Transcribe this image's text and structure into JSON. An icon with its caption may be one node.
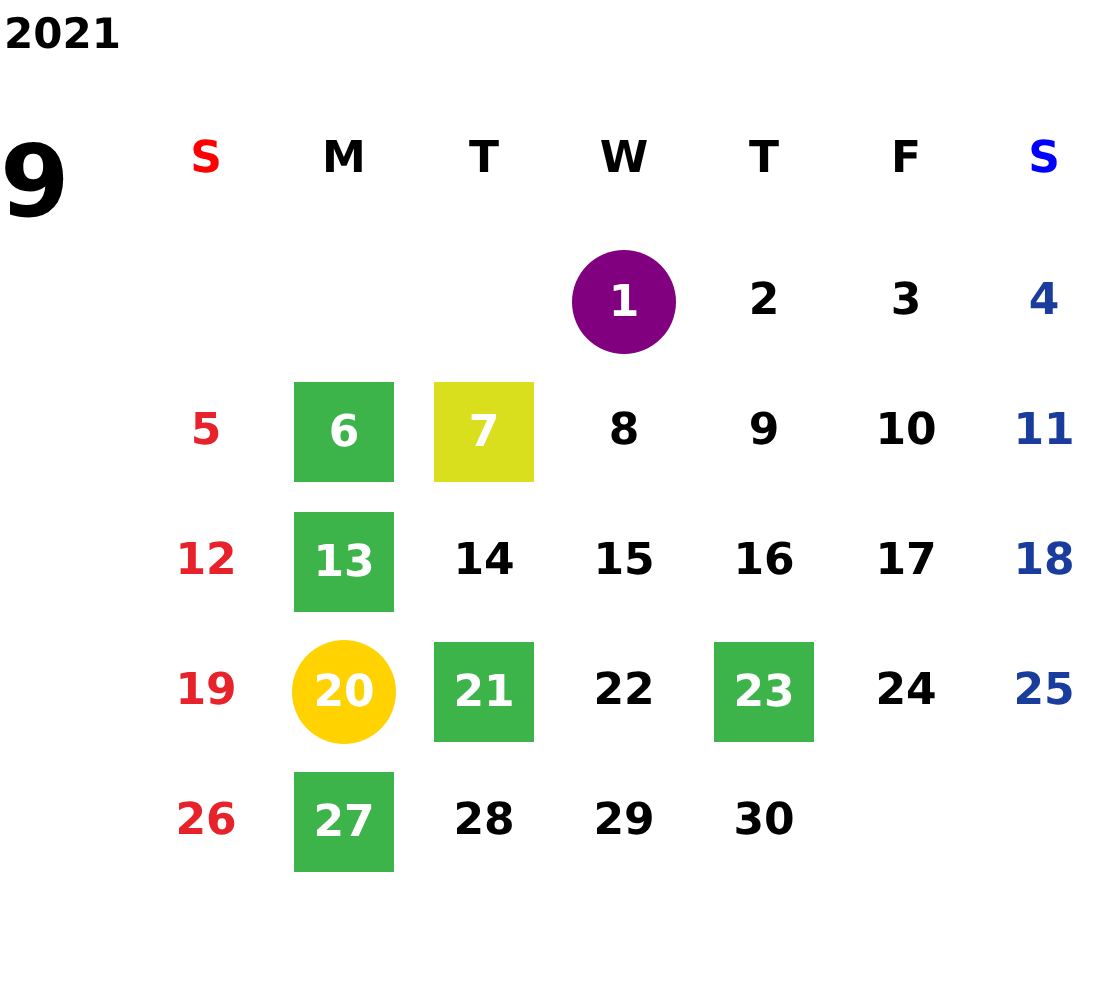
{
  "diagram": {
    "nodes": [
      {
        "text": [
          "1"
        ]
      },
      {
        "text": [
          "6"
        ]
      },
      {
        "text": [
          "7"
        ]
      },
      {
        "text": [
          "13"
        ]
      },
      {
        "text": [
          "20"
        ]
      },
      {
        "text": [
          "21"
        ]
      },
      {
        "text": [
          "23"
        ]
      },
      {
        "text": [
          "27"
        ]
      }
    ],
    "labels": [
      "2021",
      "9",
      "S",
      "M",
      "T",
      "W",
      "T",
      "F",
      "S",
      "2",
      "3",
      "4",
      "5",
      "8",
      "9",
      "10",
      "11",
      "12",
      "14",
      "15",
      "16",
      "17",
      "18",
      "19",
      "22",
      "24",
      "25",
      "26",
      "28",
      "29",
      "30"
    ]
  }
}
